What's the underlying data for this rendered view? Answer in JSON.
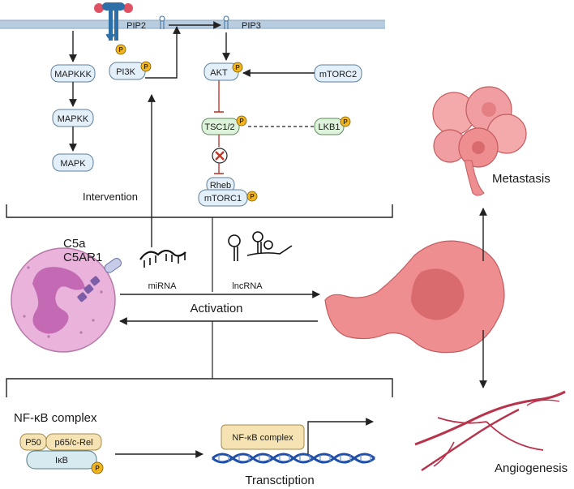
{
  "membrane": {
    "pip2": "PIP2",
    "pip3": "PIP3"
  },
  "pathway": {
    "mapkkk": "MAPKKK",
    "mapkk": "MAPKK",
    "mapk": "MAPK",
    "pi3k": "PI3K",
    "akt": "AKT",
    "mtorc2": "mTORC2",
    "tsc": "TSC1/2",
    "lkb1": "LKB1",
    "rheb": "Rheb",
    "mtorc1": "mTORC1",
    "phospho": "P"
  },
  "labels": {
    "intervention": "Intervention",
    "c5a": "C5a",
    "c5ar1": "C5AR1",
    "mirna": "miRNA",
    "lncrna": "lncRNA",
    "activation": "Activation",
    "metastasis": "Metastasis",
    "angiogenesis": "Angiogenesis"
  },
  "nfkb": {
    "title": "NF-κB complex",
    "p50": "P50",
    "p65": "p65/c-Rel",
    "ikb": "IκB",
    "box": "NF-κB complex",
    "transcription": "Transctiption"
  },
  "colors": {
    "membrane": "#b9cde0",
    "neutrophil": "#e9b3dc",
    "nucleus": "#c46ab4",
    "tumor": "#ef8e90",
    "tumor_core": "#d96a6d",
    "vessel": "#b8334c",
    "dna": "#1f4fa8"
  }
}
